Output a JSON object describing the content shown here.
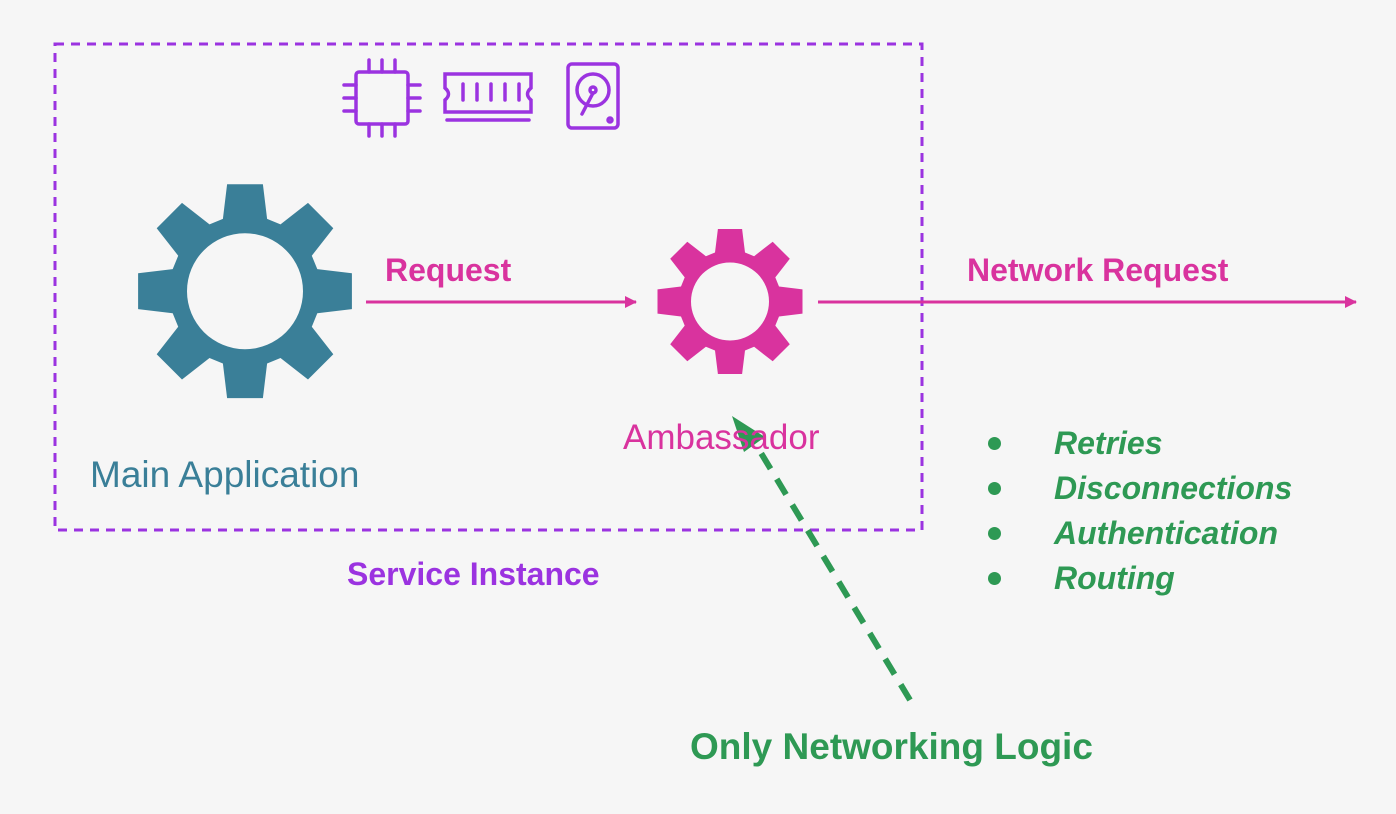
{
  "colors": {
    "background": "#f6f6f6",
    "main_app": "#3a7f98",
    "ambassador": "#d9339e",
    "service_instance": "#9b33e0",
    "networking": "#2e9954"
  },
  "icons": [
    "cpu-icon",
    "memory-icon",
    "disk-icon",
    "gear-icon"
  ],
  "diagram": {
    "main_application": {
      "label": "Main Application"
    },
    "ambassador": {
      "label": "Ambassador"
    },
    "service_instance": {
      "label": "Service Instance"
    },
    "edges": {
      "request": {
        "label": "Request"
      },
      "network_request": {
        "label": "Network Request"
      }
    },
    "responsibilities": {
      "items": [
        "Retries",
        "Disconnections",
        "Authentication",
        "Routing"
      ]
    },
    "callout": {
      "label": "Only Networking Logic"
    }
  }
}
